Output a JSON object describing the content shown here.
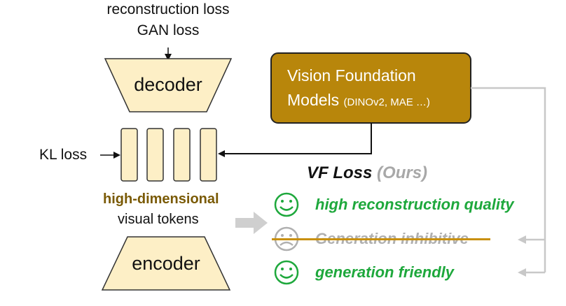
{
  "labels": {
    "recon_loss": "reconstruction loss",
    "gan_loss": "GAN loss",
    "decoder": "decoder",
    "encoder": "encoder",
    "kl_loss": "KL loss",
    "high_dim": "high-dimensional",
    "visual_tokens": "visual tokens"
  },
  "vf_box": {
    "line1": "Vision Foundation",
    "line2": "Models",
    "line2_small": "(DINOv2, MAE …)"
  },
  "vf_loss": {
    "title": "VF Loss",
    "ours": "(Ours)"
  },
  "results": [
    {
      "text": "high reconstruction quality",
      "mood": "happy"
    },
    {
      "text": "Generation inhibitive",
      "mood": "sad"
    },
    {
      "text": "generation friendly",
      "mood": "happy"
    }
  ],
  "colors": {
    "shape_fill": "#fdefc6",
    "vf_box_fill": "#b8860b",
    "green": "#1ea83c",
    "gray": "#b0b0b0",
    "strike": "#c8900e"
  }
}
